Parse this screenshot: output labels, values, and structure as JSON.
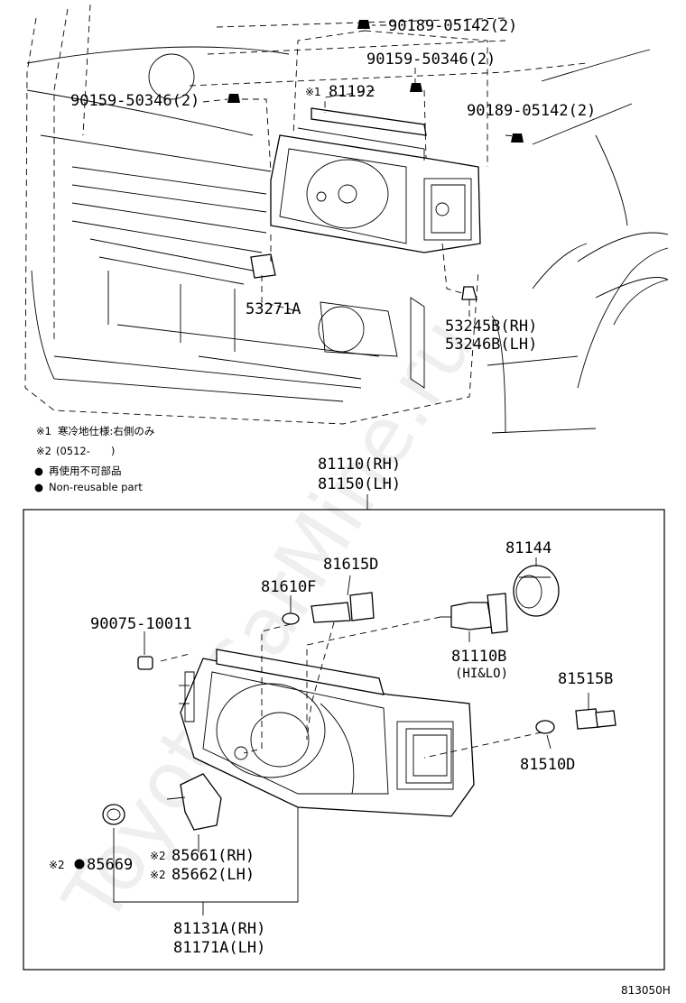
{
  "diagram": {
    "upper": {
      "labels": [
        {
          "id": "90189-05142-top",
          "text": "90189-05142(2)"
        },
        {
          "id": "90159-50346-top",
          "text": "90159-50346(2)"
        },
        {
          "id": "90159-50346-left",
          "text": "90159-50346(2)"
        },
        {
          "id": "81192-mark",
          "text": "※1"
        },
        {
          "id": "81192",
          "text": "81192"
        },
        {
          "id": "90189-05142-right",
          "text": "90189-05142(2)"
        },
        {
          "id": "53271A",
          "text": "53271A"
        },
        {
          "id": "53245B",
          "text": "53245B(RH)"
        },
        {
          "id": "53246B",
          "text": "53246B(LH)"
        }
      ]
    },
    "notes": [
      {
        "mark": "※1",
        "text": "寒冷地仕様:右側のみ"
      },
      {
        "mark": "※2",
        "text": "(0512-　　)"
      },
      {
        "mark": "●",
        "text": "再使用不可部品"
      },
      {
        "mark": "●",
        "text": "Non-reusable part"
      }
    ],
    "lower": {
      "assembly_title": [
        "81110(RH)",
        "81150(LH)"
      ],
      "labels": [
        {
          "id": "81615D",
          "text": "81615D"
        },
        {
          "id": "81610F",
          "text": "81610F"
        },
        {
          "id": "81144",
          "text": "81144"
        },
        {
          "id": "90075-10011",
          "text": "90075-10011"
        },
        {
          "id": "81110B",
          "text": "81110B"
        },
        {
          "id": "81110B-sub",
          "text": "(HI&LO)"
        },
        {
          "id": "81515B",
          "text": "81515B"
        },
        {
          "id": "81510D",
          "text": "81510D"
        },
        {
          "id": "85669-mark",
          "text": "※2"
        },
        {
          "id": "85669",
          "text": "85669"
        },
        {
          "id": "85661-mark",
          "text": "※2"
        },
        {
          "id": "85661",
          "text": "85661(RH)"
        },
        {
          "id": "85662-mark",
          "text": "※2"
        },
        {
          "id": "85662",
          "text": "85662(LH)"
        },
        {
          "id": "81131A",
          "text": "81131A(RH)"
        },
        {
          "id": "81171A",
          "text": "81171A(LH)"
        }
      ]
    },
    "reference_code": "813050H",
    "watermark": "ToyotaCarMine.ru"
  }
}
